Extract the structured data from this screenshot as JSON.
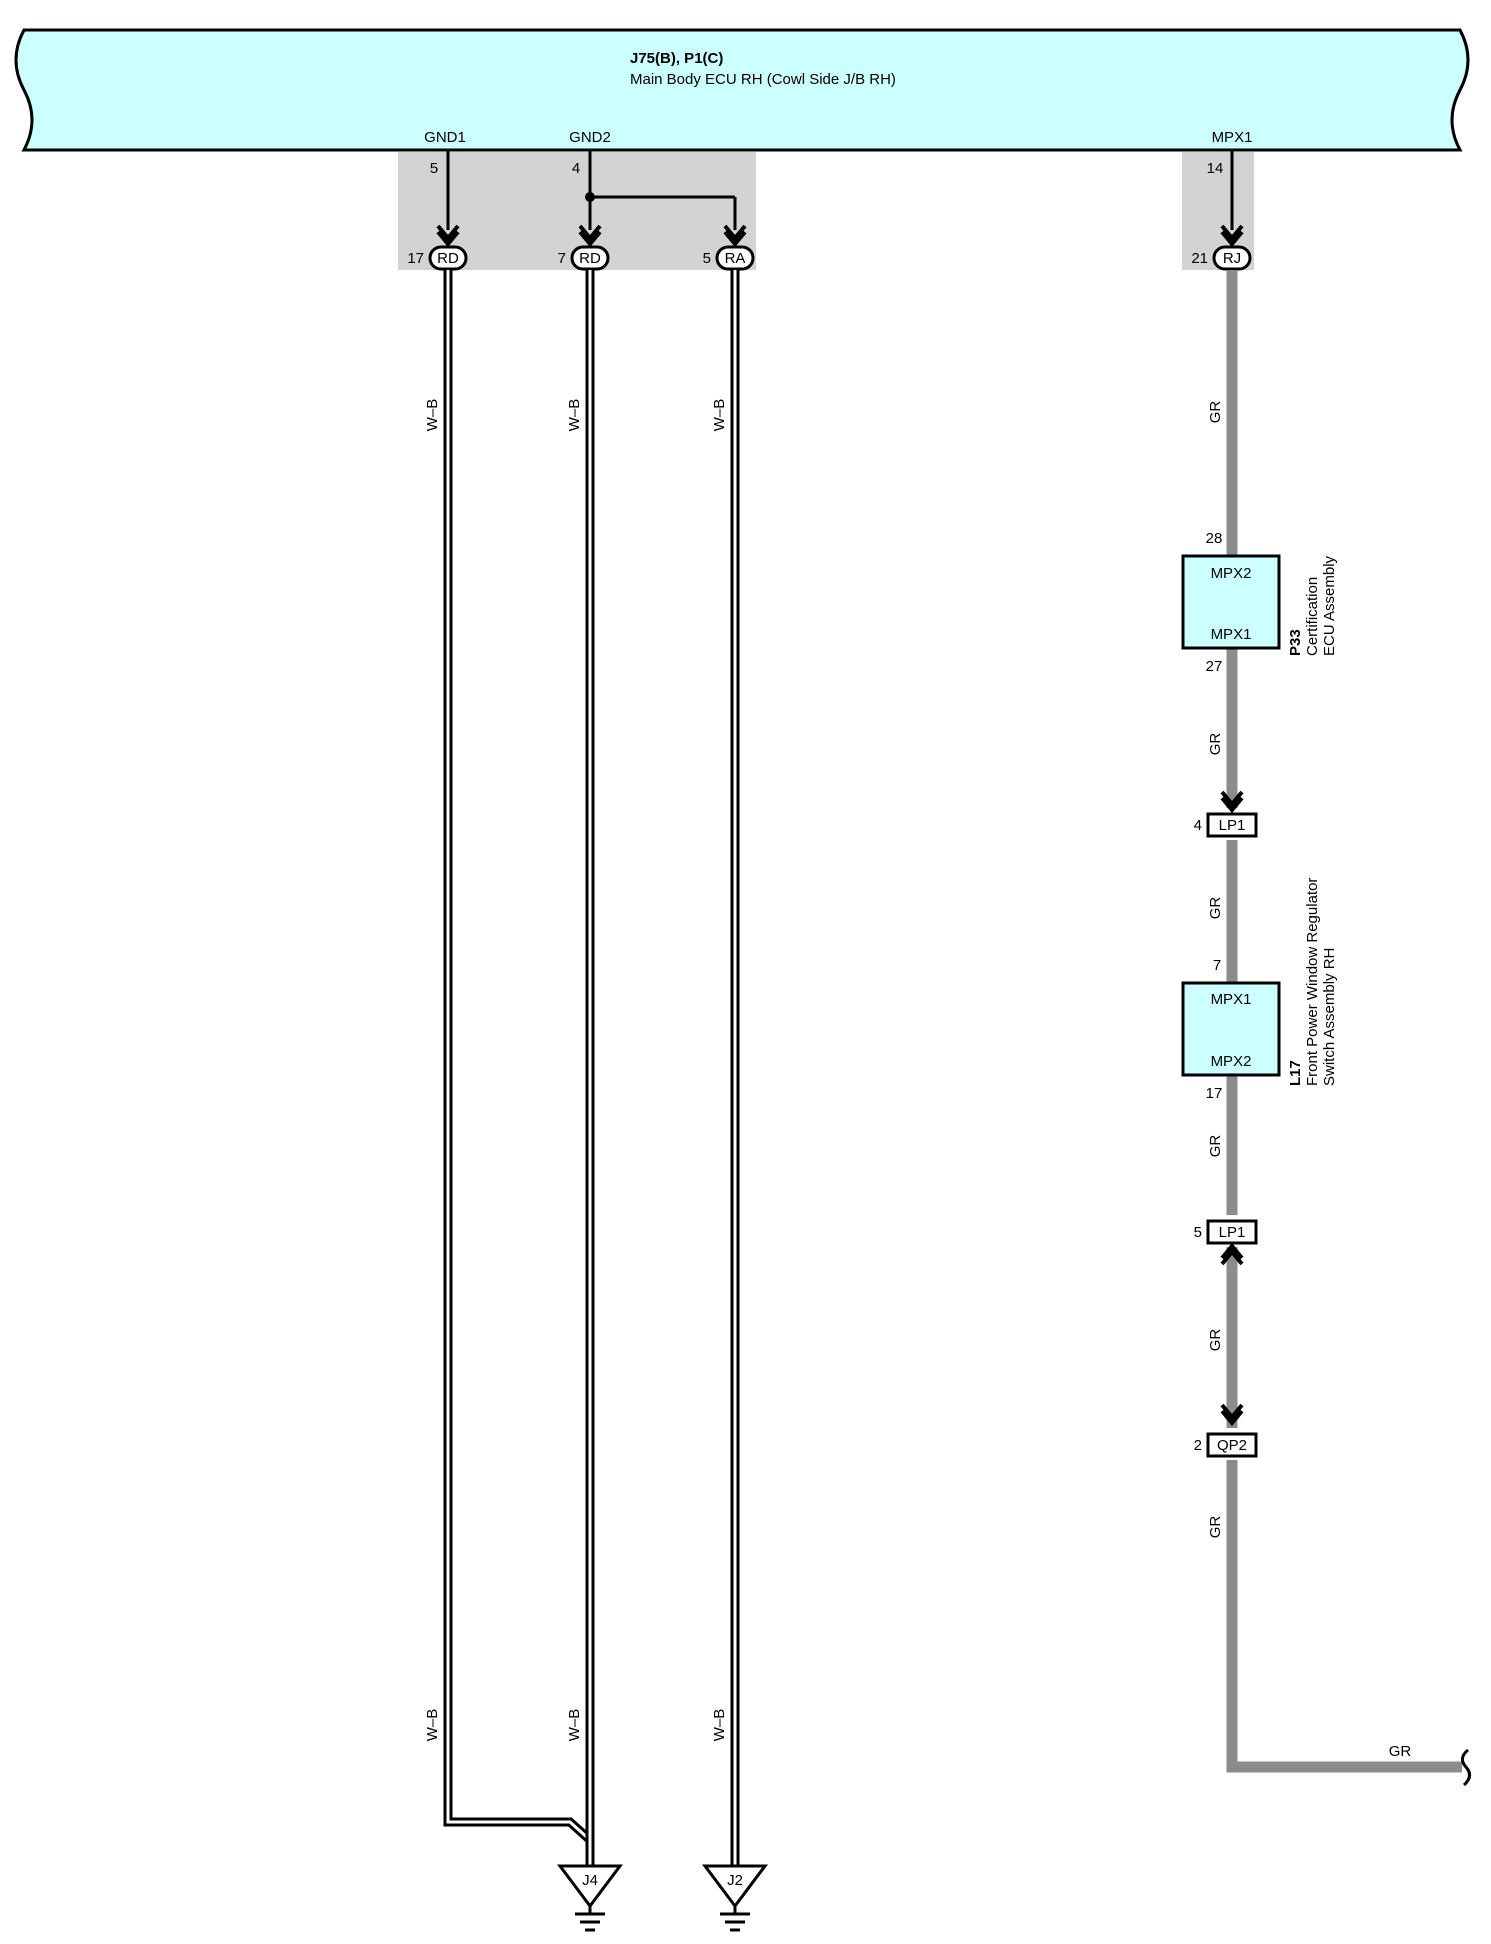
{
  "header": {
    "connector_codes": "J75(B), P1(C)",
    "name": "Main Body ECU RH (Cowl Side J/B RH)"
  },
  "pins": {
    "gnd1": {
      "name": "GND1",
      "pin": "5"
    },
    "gnd2": {
      "name": "GND2",
      "pin": "4"
    },
    "mpx1": {
      "name": "MPX1",
      "pin": "14"
    }
  },
  "junctions": {
    "rd1": {
      "code": "RD",
      "pin": "17"
    },
    "rd2": {
      "code": "RD",
      "pin": "7"
    },
    "ra": {
      "code": "RA",
      "pin": "5"
    },
    "rj": {
      "code": "RJ",
      "pin": "21"
    }
  },
  "wires": {
    "wb": "W–B",
    "gr": "GR"
  },
  "components": {
    "p33": {
      "code": "P33",
      "name_line1": "Certification",
      "name_line2": "ECU Assembly",
      "top_terminal": "MPX2",
      "bottom_terminal": "MPX1",
      "top_pin": "28",
      "bottom_pin": "27"
    },
    "l17": {
      "code": "L17",
      "name_line1": "Front Power Window Regulator",
      "name_line2": "Switch Assembly RH",
      "top_terminal": "MPX1",
      "bottom_terminal": "MPX2",
      "top_pin": "7",
      "bottom_pin": "17"
    }
  },
  "connectors": {
    "lp1_a": {
      "code": "LP1",
      "pin": "4"
    },
    "lp1_b": {
      "code": "LP1",
      "pin": "5"
    },
    "qp2": {
      "code": "QP2",
      "pin": "2"
    }
  },
  "grounds": {
    "j4": "J4",
    "j2": "J2"
  },
  "colors": {
    "ecu_fill": "#ccffff",
    "component_fill": "#ccffff",
    "shade": "#d3d3d3",
    "gr_wire": "#8c8c8c",
    "line": "#000000"
  }
}
